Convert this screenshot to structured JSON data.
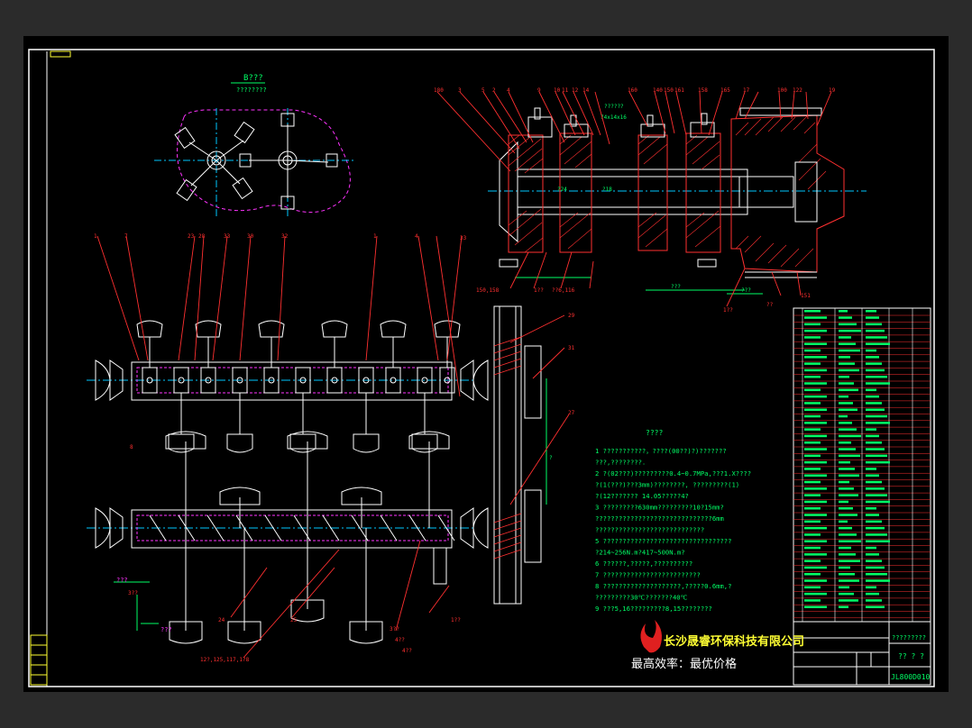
{
  "colors": {
    "background": "#000000",
    "frame": "#ffffff",
    "outline": "#ffffff",
    "leader": "#ff3030",
    "text": "#00ff66",
    "centerline": "#00c8ff",
    "hidden": "#ff33ff",
    "hatch": "#ff3030",
    "yellow": "#ffff33"
  },
  "top_view": {
    "title": "B???",
    "subtitle": "????????"
  },
  "notes": {
    "heading": "????",
    "items": [
      "1 ???????????，????(00??)?)???????",
      "   ???,????????.",
      "2 ?(02???)?????????0.4~0.7MPa,???1.X????",
      "   ?(1(???)???3mm)????????, ?????????(1)",
      "   ?(12??????? 14.05?????4?",
      "3 ?????????630mm?????????10?15mm?",
      "   ??????????????????????????????6mm",
      "   ????????????????????????????",
      "5 ?????????????????????????????????",
      "   ?214~256N.m?417~500N.m?",
      "6 ??????,?????,??????????",
      "7 ?????????????????????????",
      "8 ????????????????????,?????0.6mm,?",
      "   ?????????30℃???????40℃",
      "9 ???5,16?????????8,15????????"
    ]
  },
  "dimensions": {
    "d1": "???",
    "d2": "???",
    "d3": "???",
    "d4": "???",
    "d5": "??????",
    "d6": "74x14x16",
    "shaft1": "?24",
    "shaft2": "?18"
  },
  "company": {
    "name": "长沙晟睿环保科技有限公司",
    "slogan": "最高效率：最优价格"
  },
  "title_block": {
    "drawing_no": "JL800D010",
    "title": "?? ? ?",
    "name_line": "?????????"
  },
  "callouts": {
    "left": [
      "1",
      "7",
      "23",
      "28",
      "33",
      "30",
      "32",
      "1",
      "4",
      "33"
    ],
    "top": [
      "180",
      "3",
      "5",
      "2",
      "4",
      "9",
      "10",
      "11",
      "12",
      "14",
      "160",
      "140",
      "150",
      "161",
      "158",
      "165",
      "17",
      "100",
      "122",
      "19"
    ],
    "bottom": [
      "150,158",
      "1??",
      "??6,116",
      "1??",
      "??",
      "151"
    ],
    "mid": [
      "29",
      "31",
      "27",
      "8",
      "3??",
      "3??",
      "4??",
      "4??"
    ],
    "low": [
      "24",
      "25",
      "12?,125,117,1?8",
      "1??"
    ]
  }
}
